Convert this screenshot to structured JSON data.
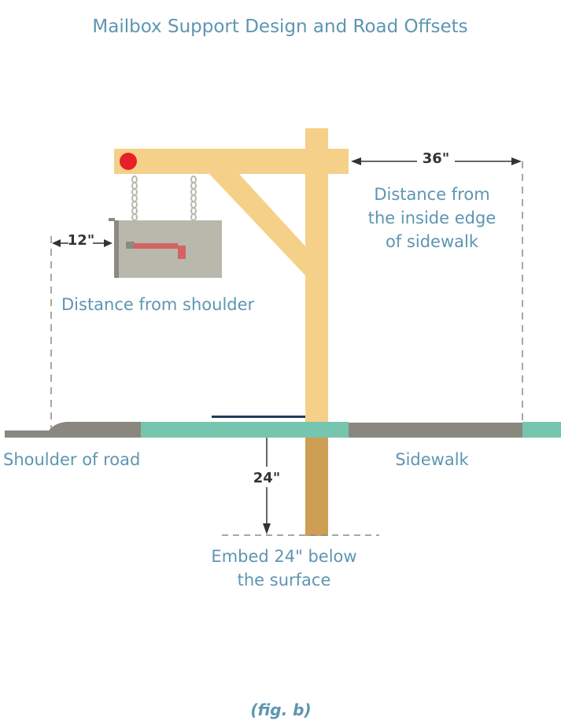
{
  "title": "Mailbox Support Design and Road Offsets",
  "dimensions": {
    "shoulder_offset": "12\"",
    "sidewalk_offset": "36\"",
    "embed_depth": "24\""
  },
  "labels": {
    "distance_from_shoulder": "Distance from shoulder",
    "sidewalk_distance_line1": "Distance from",
    "sidewalk_distance_line2": "the  inside edge",
    "sidewalk_distance_line3": "of sidewalk",
    "shoulder_of_road": "Shoulder of road",
    "sidewalk": "Sidewalk",
    "embed_line1": "Embed 24\" below",
    "embed_line2": "the surface"
  },
  "caption": "(fig. b)",
  "colors": {
    "label_text": "#5e95b2",
    "post_above": "#f5d089",
    "post_below": "#cd9e53",
    "mailbox": "#b8b8ad",
    "mailbox_dark": "#8a8a82",
    "flag": "#d46363",
    "reflector": "#e8202a",
    "road": "#8a877e",
    "sidewalk": "#76c5ae",
    "dark_line": "#1f3b5c",
    "dim_text": "#333333",
    "dash": "#8a8a8a"
  }
}
